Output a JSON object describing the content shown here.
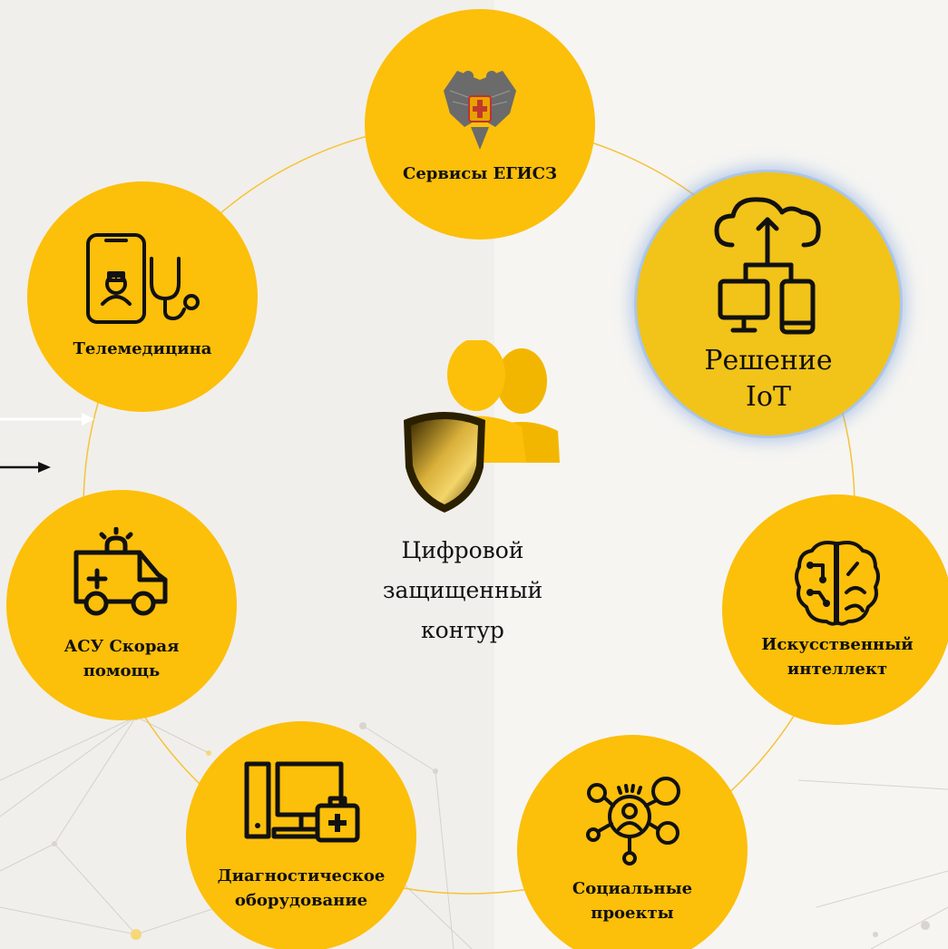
{
  "center": {
    "label_lines": [
      "Цифровой",
      "защищенный",
      "контур"
    ]
  },
  "nodes": {
    "egisz": {
      "label_lines": [
        "Сервисы ЕГИСЗ"
      ],
      "icon": "coat-of-arms-icon"
    },
    "iot": {
      "label_lines": [
        "Решение",
        "IoT"
      ],
      "icon": "cloud-devices-icon"
    },
    "ai": {
      "label_lines": [
        "Искусственный",
        "интеллект"
      ],
      "icon": "brain-circuit-icon"
    },
    "social": {
      "label_lines": [
        "Социальные",
        "проекты"
      ],
      "icon": "people-network-icon"
    },
    "diagnostic": {
      "label_lines": [
        "Диагностическое",
        "оборудование"
      ],
      "icon": "computer-medkit-icon"
    },
    "ambulance": {
      "label_lines": [
        "АСУ Скорая",
        "помощь"
      ],
      "icon": "ambulance-icon"
    },
    "telemedicine": {
      "label_lines": [
        "Телемедицина"
      ],
      "icon": "phone-stethoscope-icon"
    }
  },
  "colors": {
    "node_fill": "#fcbf0a",
    "iot_fill": "#f2c318",
    "ring_line": "#f5c33a",
    "background": "#f1efeb"
  }
}
